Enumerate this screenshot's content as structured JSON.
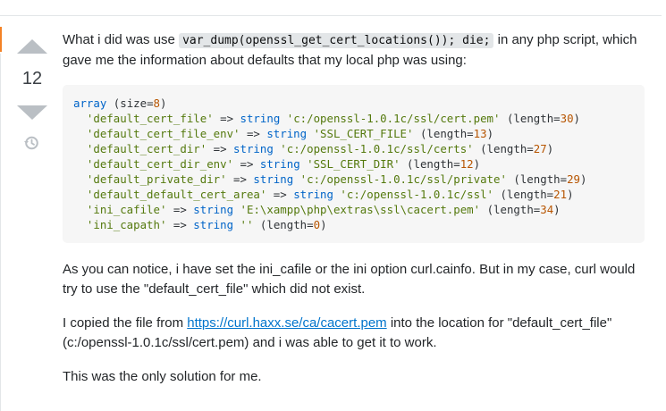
{
  "vote": {
    "score": "12"
  },
  "para1": {
    "before": "What i did was use ",
    "code": "var_dump(openssl_get_cert_locations()); die;",
    "after": " in any php script, which gave me the information about defaults that my local php was using:"
  },
  "code_block": {
    "header_type": "array",
    "header_size": "(size=",
    "header_size_num": "8",
    "header_close": ")",
    "entries": [
      {
        "key": "'default_cert_file'",
        "type": "string",
        "value": "'c:/openssl-1.0.1c/ssl/cert.pem'",
        "len_label": "(length=",
        "len": "30"
      },
      {
        "key": "'default_cert_file_env'",
        "type": "string",
        "value": "'SSL_CERT_FILE'",
        "len_label": "(length=",
        "len": "13"
      },
      {
        "key": "'default_cert_dir'",
        "type": "string",
        "value": "'c:/openssl-1.0.1c/ssl/certs'",
        "len_label": "(length=",
        "len": "27"
      },
      {
        "key": "'default_cert_dir_env'",
        "type": "string",
        "value": "'SSL_CERT_DIR'",
        "len_label": "(length=",
        "len": "12"
      },
      {
        "key": "'default_private_dir'",
        "type": "string",
        "value": "'c:/openssl-1.0.1c/ssl/private'",
        "len_label": "(length=",
        "len": "29"
      },
      {
        "key": "'default_default_cert_area'",
        "type": "string",
        "value": "'c:/openssl-1.0.1c/ssl'",
        "len_label": "(length=",
        "len": "21"
      },
      {
        "key": "'ini_cafile'",
        "type": "string",
        "value": "'E:\\xampp\\php\\extras\\ssl\\cacert.pem'",
        "len_label": "(length=",
        "len": "34"
      },
      {
        "key": "'ini_capath'",
        "type": "string",
        "value": "''",
        "len_label": "(length=",
        "len": "0"
      }
    ]
  },
  "para2": "As you can notice, i have set the ini_cafile or the ini option curl.cainfo. But in my case, curl would try to use the \"default_cert_file\" which did not exist.",
  "para3": {
    "before": "I copied the file from ",
    "link": "https://curl.haxx.se/ca/cacert.pem",
    "after": " into the location for \"default_cert_file\" (c:/openssl-1.0.1c/ssl/cert.pem) and i was able to get it to work."
  },
  "para4": "This was the only solution for me.",
  "colors": {
    "accent": "#f48225",
    "link": "#0074cc",
    "arrow": "#babfc4"
  }
}
